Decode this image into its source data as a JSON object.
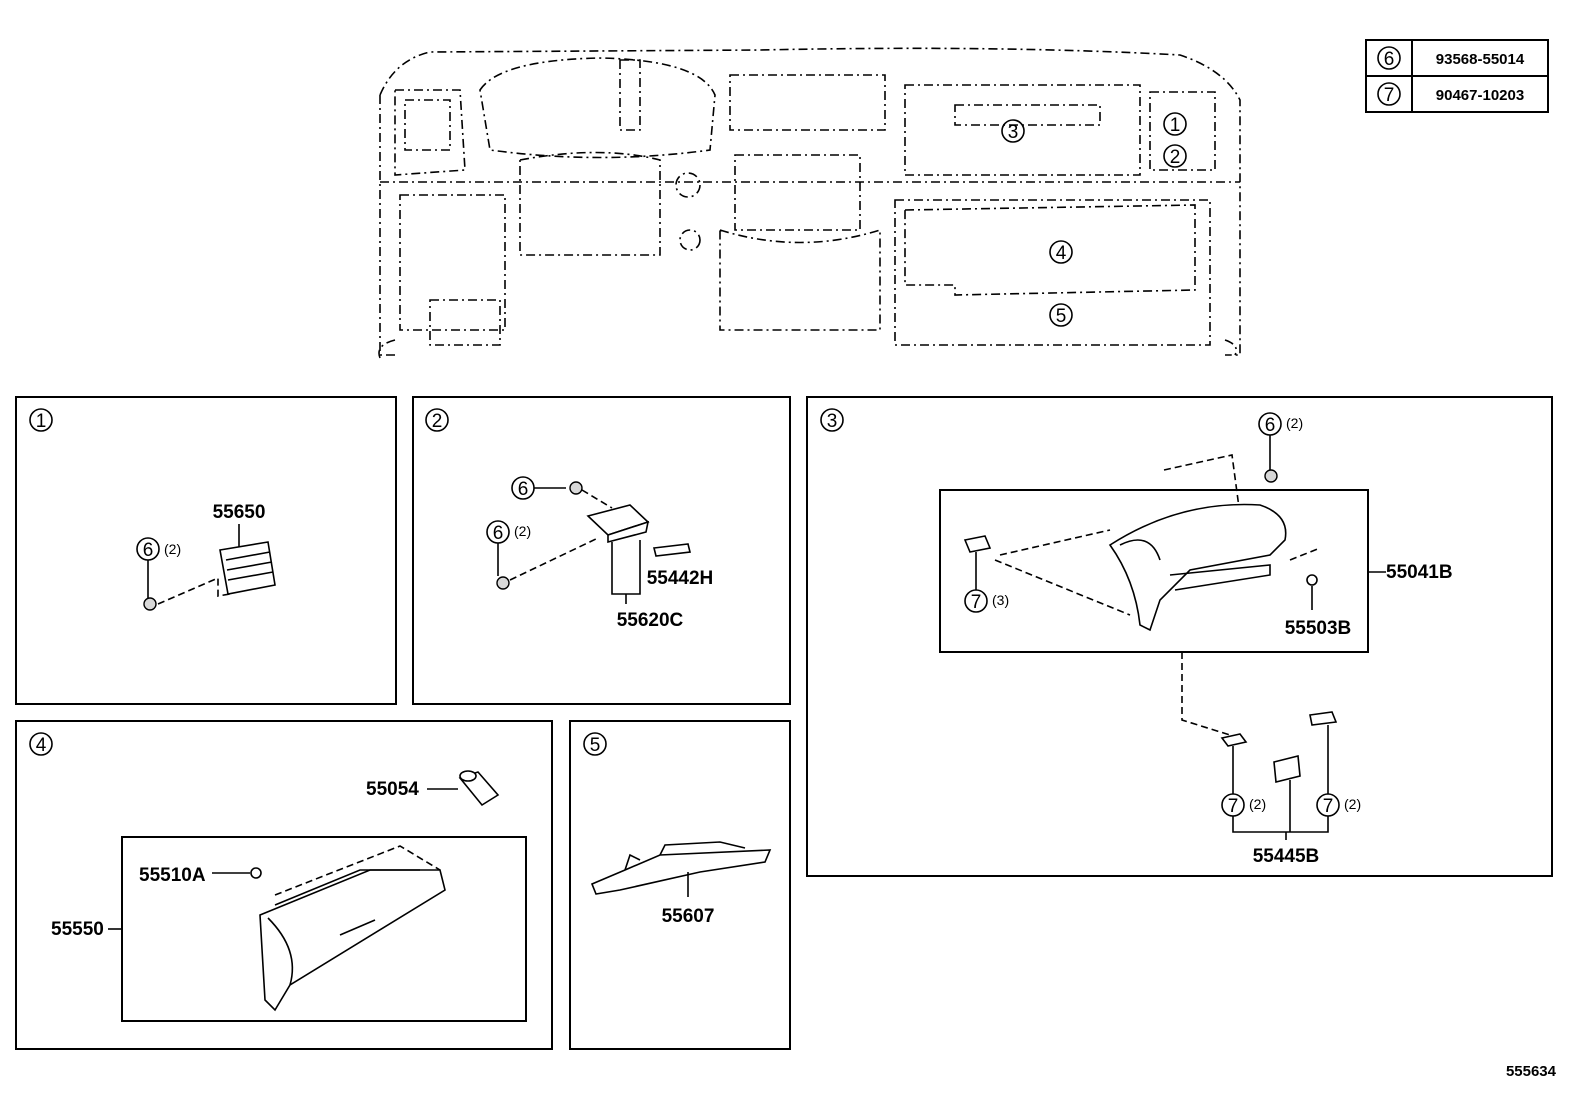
{
  "legend_table": [
    {
      "ref": "6",
      "part": "93568-55014"
    },
    {
      "ref": "7",
      "part": "90467-10203"
    }
  ],
  "overview_refs": [
    "1",
    "2",
    "3",
    "4",
    "5"
  ],
  "panels": {
    "p1": {
      "ref": "1",
      "part_55650": "55650",
      "fastener_ref": "6",
      "fastener_qty": "(2)"
    },
    "p2": {
      "ref": "2",
      "fastener_a_ref": "6",
      "fastener_b_ref": "6",
      "fastener_b_qty": "(2)",
      "part_55442H": "55442H",
      "part_55620C": "55620C"
    },
    "p3": {
      "ref": "3",
      "top_ref": "6",
      "top_qty": "(2)",
      "left_ref": "7",
      "left_qty": "(3)",
      "part_55041B": "55041B",
      "part_55503B": "55503B",
      "bl_ref": "7",
      "bl_qty": "(2)",
      "br_ref": "7",
      "br_qty": "(2)",
      "part_55445B": "55445B"
    },
    "p4": {
      "ref": "4",
      "part_55054": "55054",
      "part_55510A": "55510A",
      "part_55550": "55550"
    },
    "p5": {
      "ref": "5",
      "part_55607": "55607"
    }
  },
  "figure_id": "555634"
}
